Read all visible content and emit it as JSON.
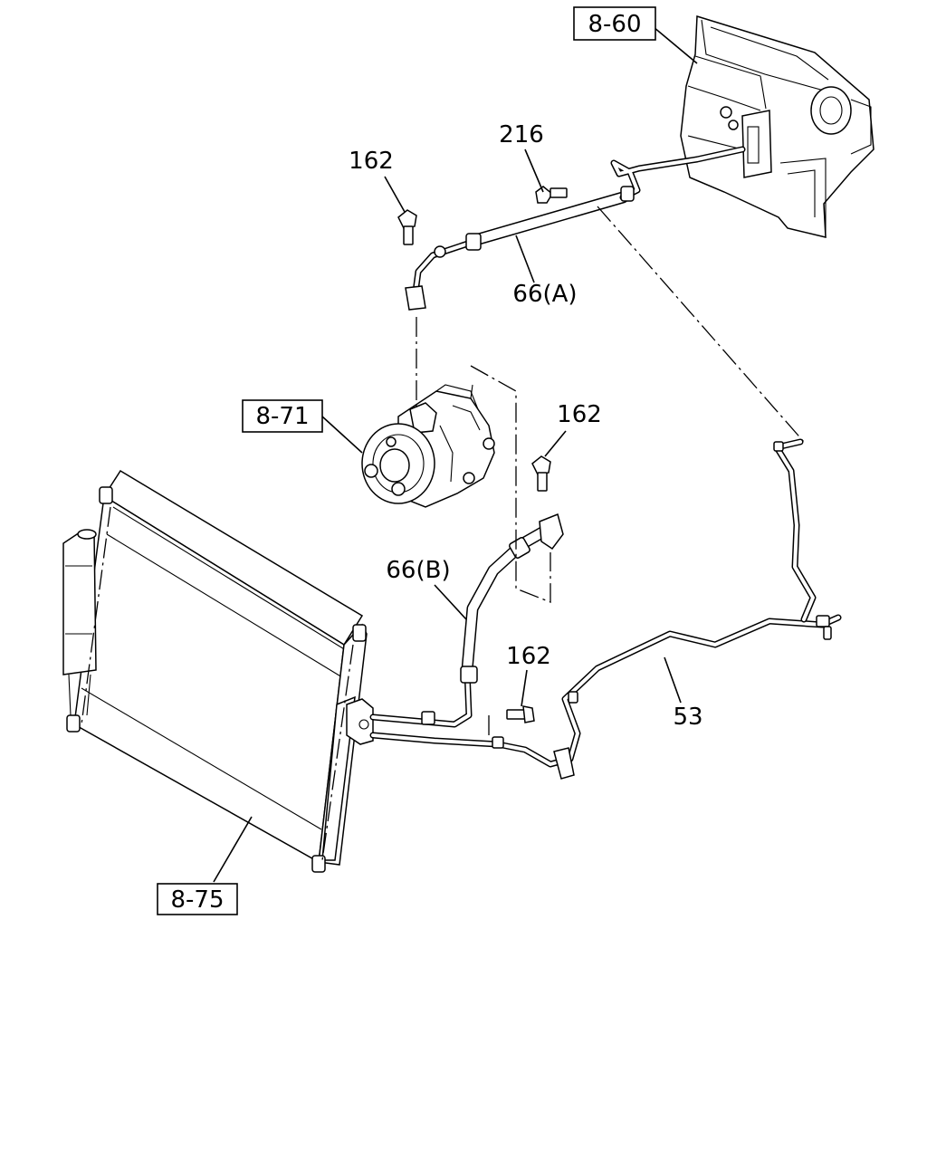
{
  "callouts": {
    "evaporator_unit": "8-60",
    "compressor": "8-71",
    "condenser": "8-75"
  },
  "labels": {
    "bolt_216": "216",
    "bolt_162_top": "162",
    "bolt_162_middle": "162",
    "bolt_162_lower": "162",
    "hose_a": "66(A)",
    "hose_b": "66(B)",
    "pipe_53": "53"
  }
}
